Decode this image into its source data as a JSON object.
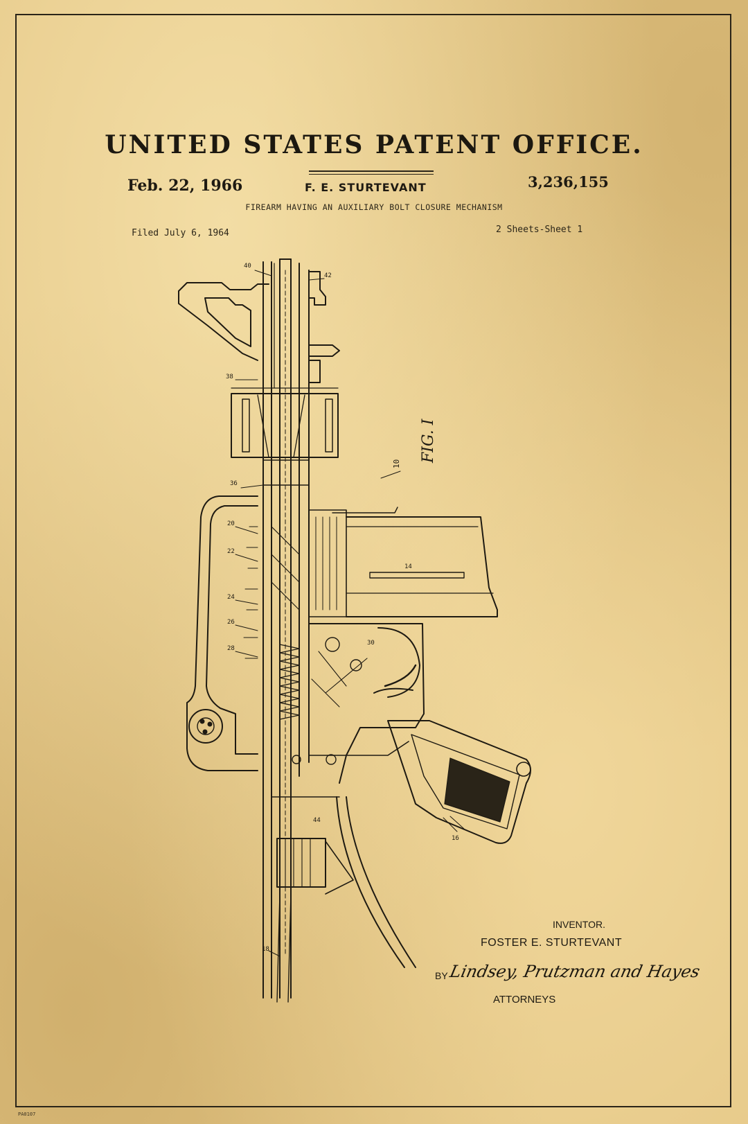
{
  "header": {
    "office_title": "UNITED STATES PATENT OFFICE.",
    "date": "Feb. 22, 1966",
    "inventor_short": "F. E. STURTEVANT",
    "patent_number": "3,236,155",
    "subject": "FIREARM HAVING AN AUXILIARY BOLT CLOSURE MECHANISM",
    "filed": "Filed July 6, 1964",
    "sheets": "2 Sheets-Sheet 1"
  },
  "figure": {
    "label": "FIG. I",
    "ref_number": "10"
  },
  "signature": {
    "inventor_label": "INVENTOR.",
    "inventor_name": "FOSTER E. STURTEVANT",
    "by": "BY",
    "firm": "Lindsey, Prutzman and Hayes",
    "attorneys_label": "ATTORNEYS"
  },
  "footer": {
    "mark": "PA0107"
  },
  "colors": {
    "paper": "#e4c685",
    "ink": "#1e1a12"
  }
}
